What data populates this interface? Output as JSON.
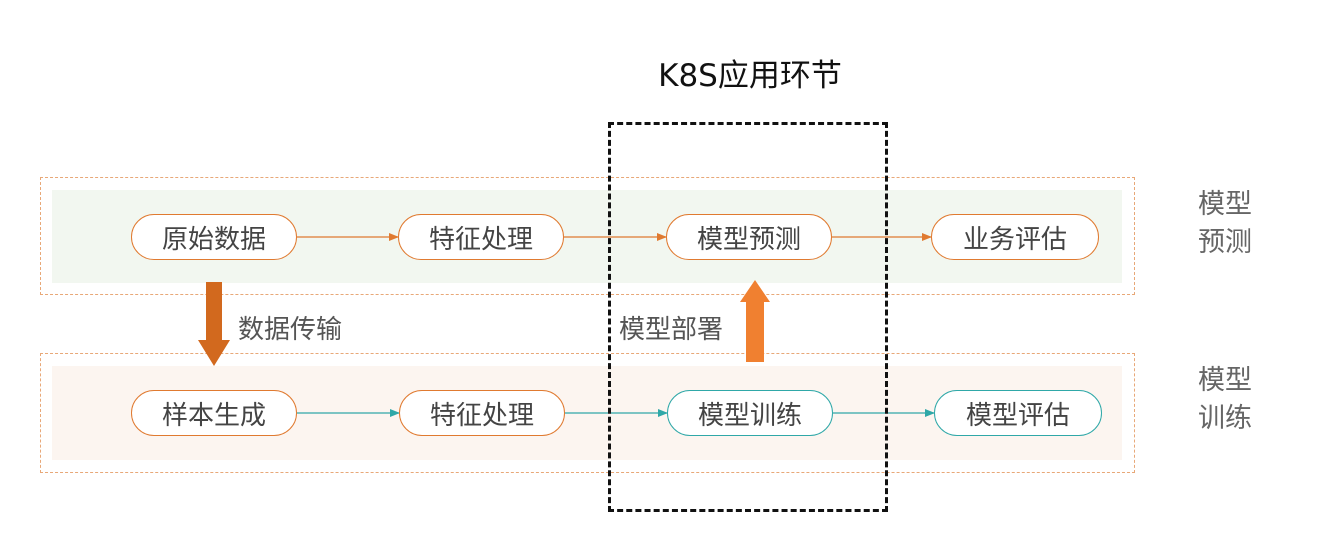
{
  "title": "K8S应用环节",
  "rows": {
    "predict": {
      "side_label_line1": "模型",
      "side_label_line2": "预测",
      "nodes": [
        "原始数据",
        "特征处理",
        "模型预测",
        "业务评估"
      ]
    },
    "train": {
      "side_label_line1": "模型",
      "side_label_line2": "训练",
      "nodes": [
        "样本生成",
        "特征处理",
        "模型训练",
        "模型评估"
      ]
    }
  },
  "transitions": {
    "data_transfer": "数据传输",
    "model_deploy": "模型部署"
  },
  "colors": {
    "orange": "#e07a30",
    "dark_orange": "#d2691e",
    "teal": "#2fa8a8",
    "predict_bg": "#f2f7f0",
    "train_bg": "#fcf5f0"
  }
}
